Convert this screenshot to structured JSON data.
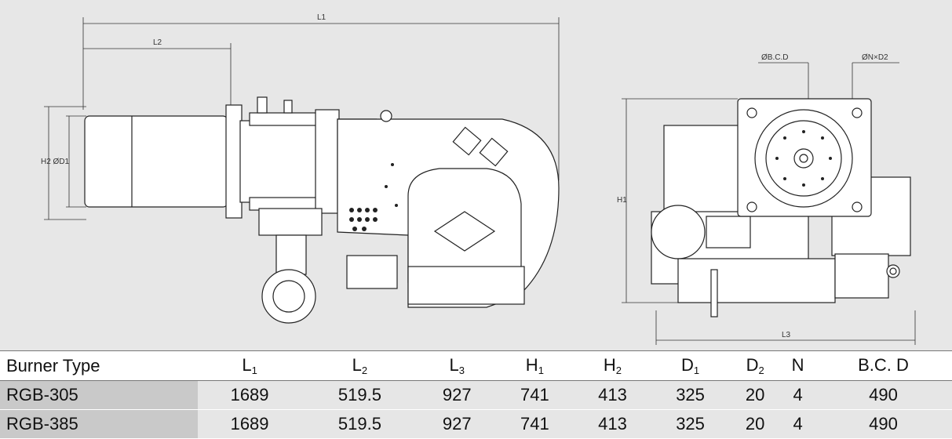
{
  "drawing": {
    "labels": {
      "l1": "L1",
      "l2": "L2",
      "l3": "L3",
      "h1": "H1",
      "h2_d1": "H2  ØD1",
      "bcd": "ØB.C.D",
      "nxd2": "ØN×D2"
    }
  },
  "table": {
    "header": {
      "type": "Burner Type",
      "cols": [
        {
          "main": "L",
          "sub": "1"
        },
        {
          "main": "L",
          "sub": "2"
        },
        {
          "main": "L",
          "sub": "3"
        },
        {
          "main": "H",
          "sub": "1"
        },
        {
          "main": "H",
          "sub": "2"
        },
        {
          "main": "D",
          "sub": "1"
        },
        {
          "main": "D",
          "sub": "2"
        },
        {
          "main": "N",
          "sub": ""
        },
        {
          "main": "B.C. D",
          "sub": ""
        }
      ]
    },
    "rows": [
      {
        "name": "RGB-305",
        "values": [
          "1689",
          "519.5",
          "927",
          "741",
          "413",
          "325",
          "20",
          "4",
          "490"
        ]
      },
      {
        "name": "RGB-385",
        "values": [
          "1689",
          "519.5",
          "927",
          "741",
          "413",
          "325",
          "20",
          "4",
          "490"
        ]
      }
    ]
  }
}
